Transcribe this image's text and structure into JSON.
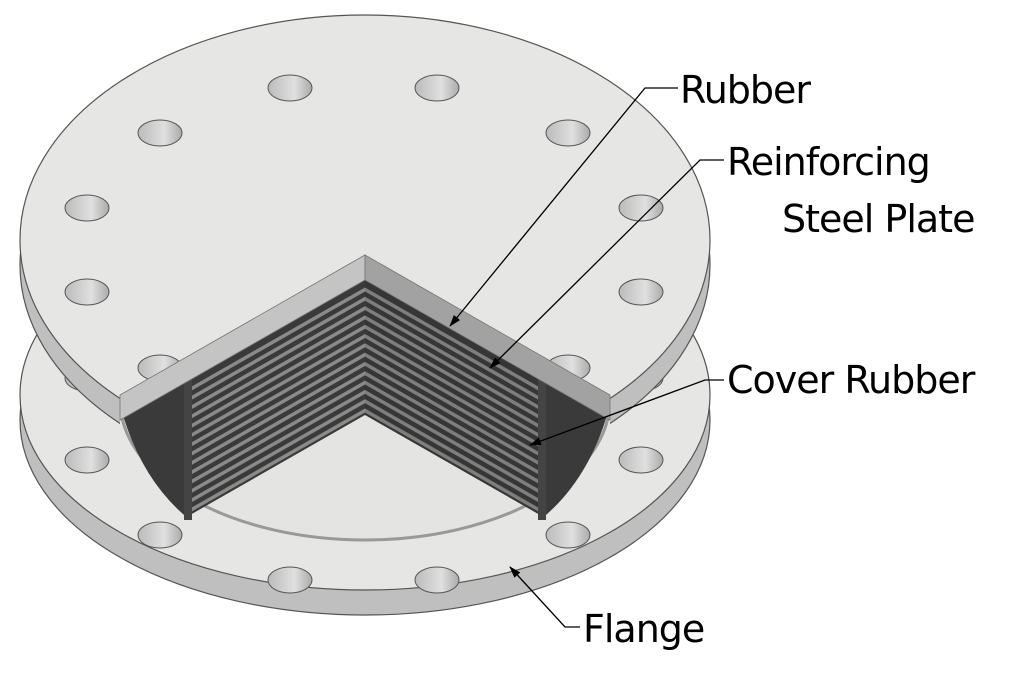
{
  "title": "Rubber bearing cutaway",
  "labels": {
    "rubber": "Rubber",
    "reinforcing_line1": "Reinforcing",
    "reinforcing_line2": "Steel Plate",
    "cover_rubber": "Cover Rubber",
    "flange": "Flange"
  },
  "colors": {
    "flange_face": "#e6e6e4",
    "flange_side": "#bfbfbf",
    "rubber_dark": "#3a3a3a",
    "steel_plate": "#8a8a8a"
  },
  "steel_plate_count": 14
}
